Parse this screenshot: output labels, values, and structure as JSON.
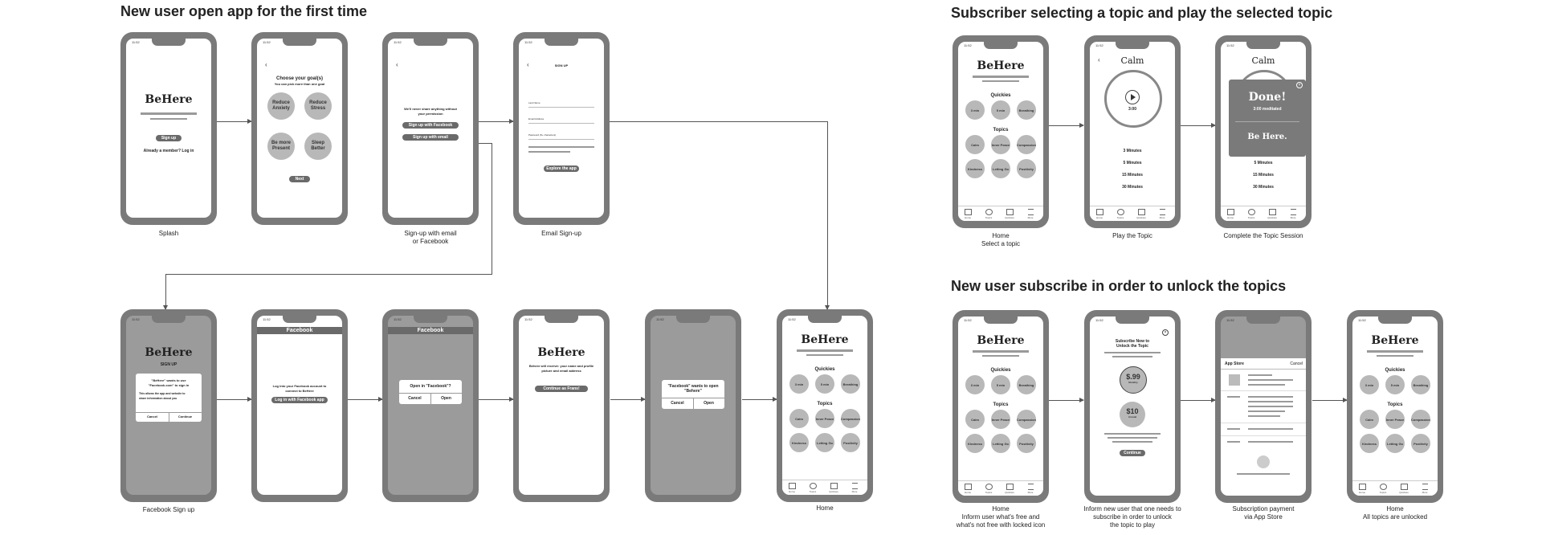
{
  "titles": {
    "new_user": "New user open app for the first time",
    "subscriber": "Subscriber selecting a topic and play the selected topic",
    "subscribe": "New user subscribe in order to unlock the topics"
  },
  "status_time": "11:52",
  "brand": "BeHere",
  "brand_alt": "Be Here.",
  "splash": {
    "signup": "Sign up",
    "already": "Already a member? Log in",
    "caption": "Splash"
  },
  "goals": {
    "title": "Choose your goal(s)",
    "subtitle": "You can pick more than one goal",
    "items": [
      "Reduce Anxiety",
      "Reduce Stress",
      "Be more Present",
      "Sleep Better"
    ],
    "next": "Next"
  },
  "signup_options": {
    "privacy": "We'll never share anything without your permission",
    "facebook": "Sign up with Facebook",
    "email": "Sign up with email",
    "caption_line1": "Sign-up with email",
    "caption_line2": "or Facebook"
  },
  "email_signup": {
    "header": "SIGN UP",
    "fields": [
      "Last Name",
      "Email Address",
      "Password (8+ characters)"
    ],
    "explore": "Explore the app",
    "caption": "Email Sign-up"
  },
  "fb_signup": {
    "header": "SIGN UP",
    "dialog_title": "\"BeHere\" wants to use \"Facebook.com\" to sign in",
    "dialog_body": "This allows the app and website to share information about you",
    "cancel": "Cancel",
    "continue": "Continue",
    "caption": "Facebook Sign up"
  },
  "fb_login": {
    "header": "Facebook",
    "body": "Log into your Facebook account to connect to BeHere",
    "button": "Log in with Facebook app"
  },
  "fb_open": {
    "header": "Facebook",
    "dialog": "Open in \"Facebook\"?",
    "cancel": "Cancel",
    "open": "Open"
  },
  "fb_consent": {
    "body": "Behere will receive: your name and profile picture and email address",
    "button": "Continue as Frans!"
  },
  "fb_return": {
    "dialog": "\"Facebook\" wants to open \"Behere\"",
    "cancel": "Cancel",
    "open": "Open"
  },
  "home": {
    "quickies": "Quickies",
    "quickie_items": [
      "3 min",
      "5 min",
      "Breathing"
    ],
    "topics": "Topics",
    "topic_items": [
      "Calm",
      "Inner Peace",
      "Compassion",
      "Kindness",
      "Letting Go",
      "Positivity"
    ],
    "tabs": [
      "Home",
      "Topics",
      "Quickies",
      "More"
    ],
    "caption": "Home"
  },
  "subscriber": {
    "home_caption_line1": "Home",
    "home_caption_line2": "Select a topic",
    "calm": "Calm",
    "play_time": "3:00",
    "durations": [
      "3 Minutes",
      "5 Minutes",
      "15 Minutes",
      "30 Minutes"
    ],
    "play_caption": "Play the Topic",
    "done": "Done!",
    "meditated": "3:00 meditated",
    "complete_caption": "Complete the Topic Session"
  },
  "subscribe": {
    "home_caption_line1": "Home",
    "home_caption_line2": "Inform user what's free and",
    "home_caption_line3": "what's not free with locked icon",
    "title": "Subscribe Now to Unlock the Topic",
    "monthly_price": "$.99",
    "monthly_label": "Monthly",
    "annual_price": "$10",
    "annual_label": "Annual",
    "continue": "Continue",
    "inform_caption_line1": "Inform new user that one needs to",
    "inform_caption_line2": "subscribe in order to unlock",
    "inform_caption_line3": "the topic to play",
    "appstore": "App Store",
    "cancel": "Cancel",
    "payment_caption_line1": "Subscription payment",
    "payment_caption_line2": "via App Store",
    "unlocked_caption_line1": "Home",
    "unlocked_caption_line2": "All topics are unlocked"
  }
}
